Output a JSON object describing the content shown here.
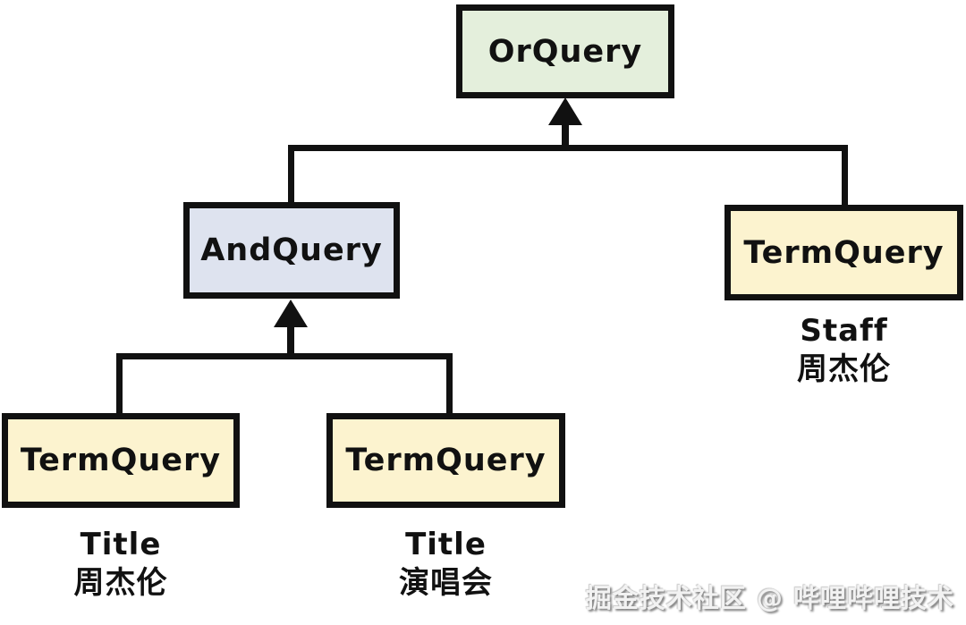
{
  "page": {
    "background": "#ffffff",
    "line_color": "#111111",
    "border_color": "#111111"
  },
  "nodes": {
    "or_query": {
      "label": "OrQuery",
      "fill": "#e4efdc"
    },
    "and_query": {
      "label": "AndQuery",
      "fill": "#dee3ef"
    },
    "term_query_staff": {
      "label": "TermQuery",
      "fill": "#fcf3cf",
      "caption_field": "Staff",
      "caption_value": "周杰伦"
    },
    "term_query_title_jay": {
      "label": "TermQuery",
      "fill": "#fcf3cf",
      "caption_field": "Title",
      "caption_value": "周杰伦"
    },
    "term_query_title_concert": {
      "label": "TermQuery",
      "fill": "#fcf3cf",
      "caption_field": "Title",
      "caption_value": "演唱会"
    }
  },
  "edges": [
    {
      "from": "and_query",
      "to": "or_query",
      "arrow": "up"
    },
    {
      "from": "term_query_staff",
      "to": "or_query",
      "arrow": "none-at-child"
    },
    {
      "from": "term_query_title_jay",
      "to": "and_query",
      "arrow": "up"
    },
    {
      "from": "term_query_title_concert",
      "to": "and_query",
      "arrow": "none-at-child"
    }
  ],
  "watermark": {
    "text": "掘金技术社区 @ 哔哩哔哩技术"
  }
}
